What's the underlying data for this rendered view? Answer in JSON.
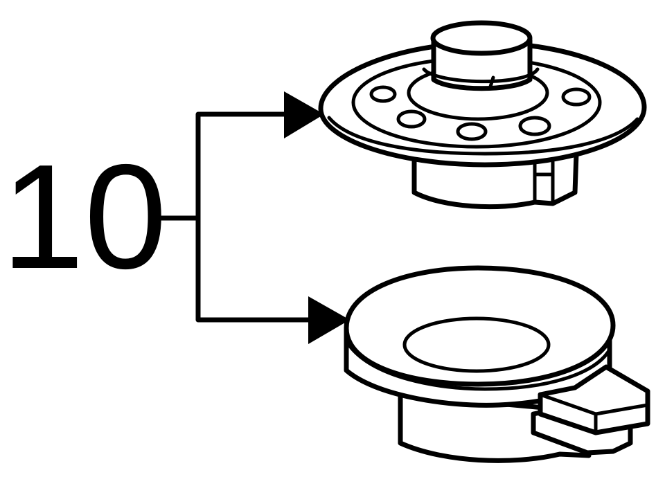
{
  "diagram": {
    "callout_number": "10",
    "line_color": "#000000",
    "background_color": "#ffffff",
    "parts": [
      {
        "id": "upper-mount",
        "description_icon": "strut-mount-icon"
      },
      {
        "id": "lower-seat",
        "description_icon": "spring-seat-icon"
      }
    ]
  }
}
